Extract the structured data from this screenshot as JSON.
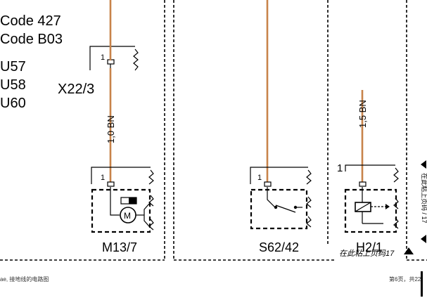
{
  "codes": [
    "Code 427",
    "Code B03"
  ],
  "variants": [
    "U57",
    "U58",
    "U60"
  ],
  "connector": {
    "name": "X22/3",
    "pin": "1"
  },
  "wires": [
    {
      "label": "1,0 BN"
    },
    {
      "label": "1,5 BN"
    }
  ],
  "components": [
    {
      "name": "M13/7",
      "pin": "1",
      "symbol_text": "M"
    },
    {
      "name": "S62/42",
      "pin": "1"
    },
    {
      "name": "H2/1",
      "pin": "1"
    }
  ],
  "continuation": "在此粘上页码17",
  "side_text": "在此粘上页码 / 17",
  "footer": {
    "left": "ae, 接地线的电路图",
    "right": "第6页，共22"
  },
  "colors": {
    "wire": "#c8834a",
    "ink": "#000000"
  }
}
